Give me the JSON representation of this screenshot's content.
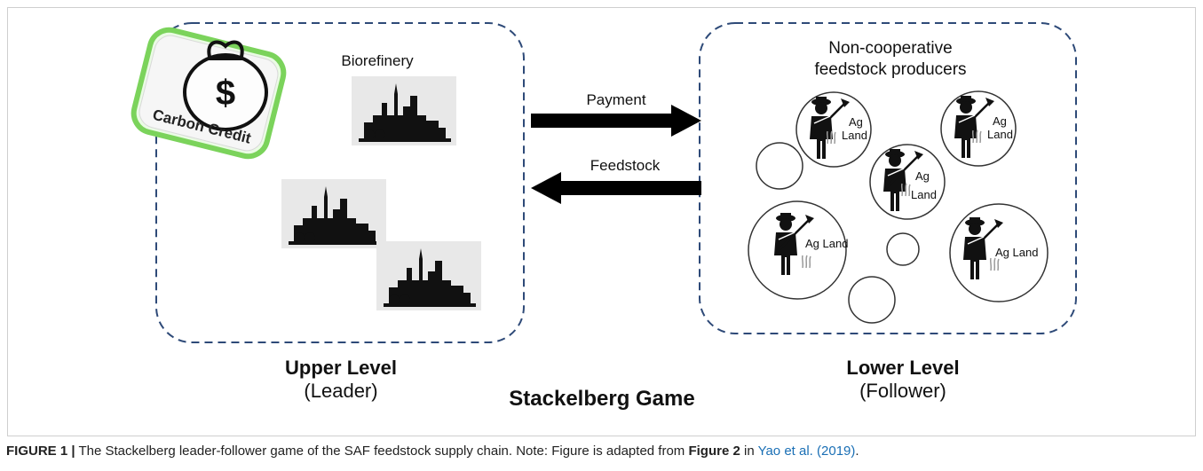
{
  "diagram": {
    "leader_panel": {
      "biorefinery_label": "Biorefinery",
      "carbon_credit_label": "Carbon Credit",
      "dollar_symbol": "$",
      "title_bold": "Upper Level",
      "title_sub": "(Leader)"
    },
    "follower_panel": {
      "header_line1": "Non-cooperative",
      "header_line2": "feedstock producers",
      "title_bold": "Lower Level",
      "title_sub": "(Follower)",
      "farm_label_small_line1": "Ag",
      "farm_label_small_line2": "Land",
      "farm_label_large": "Ag Land"
    },
    "arrows": {
      "top_label": "Payment",
      "bottom_label": "Feedstock"
    },
    "game_title": "Stackelberg Game"
  },
  "caption": {
    "label": "FIGURE 1 |",
    "text": " The Stackelberg leader-follower game of the SAF feedstock supply chain. Note: Figure is adapted from ",
    "figure_ref": "Figure 2",
    "in_text": " in ",
    "citation": "Yao et al. (2019)",
    "end": "."
  },
  "colors": {
    "dashed_border": "#2e4a78",
    "arrow": "#000000",
    "silhouette": "#111111",
    "factory_bg": "#e8e8e8",
    "bag_glow": "#7bd35b",
    "citation": "#1a6fb5"
  }
}
